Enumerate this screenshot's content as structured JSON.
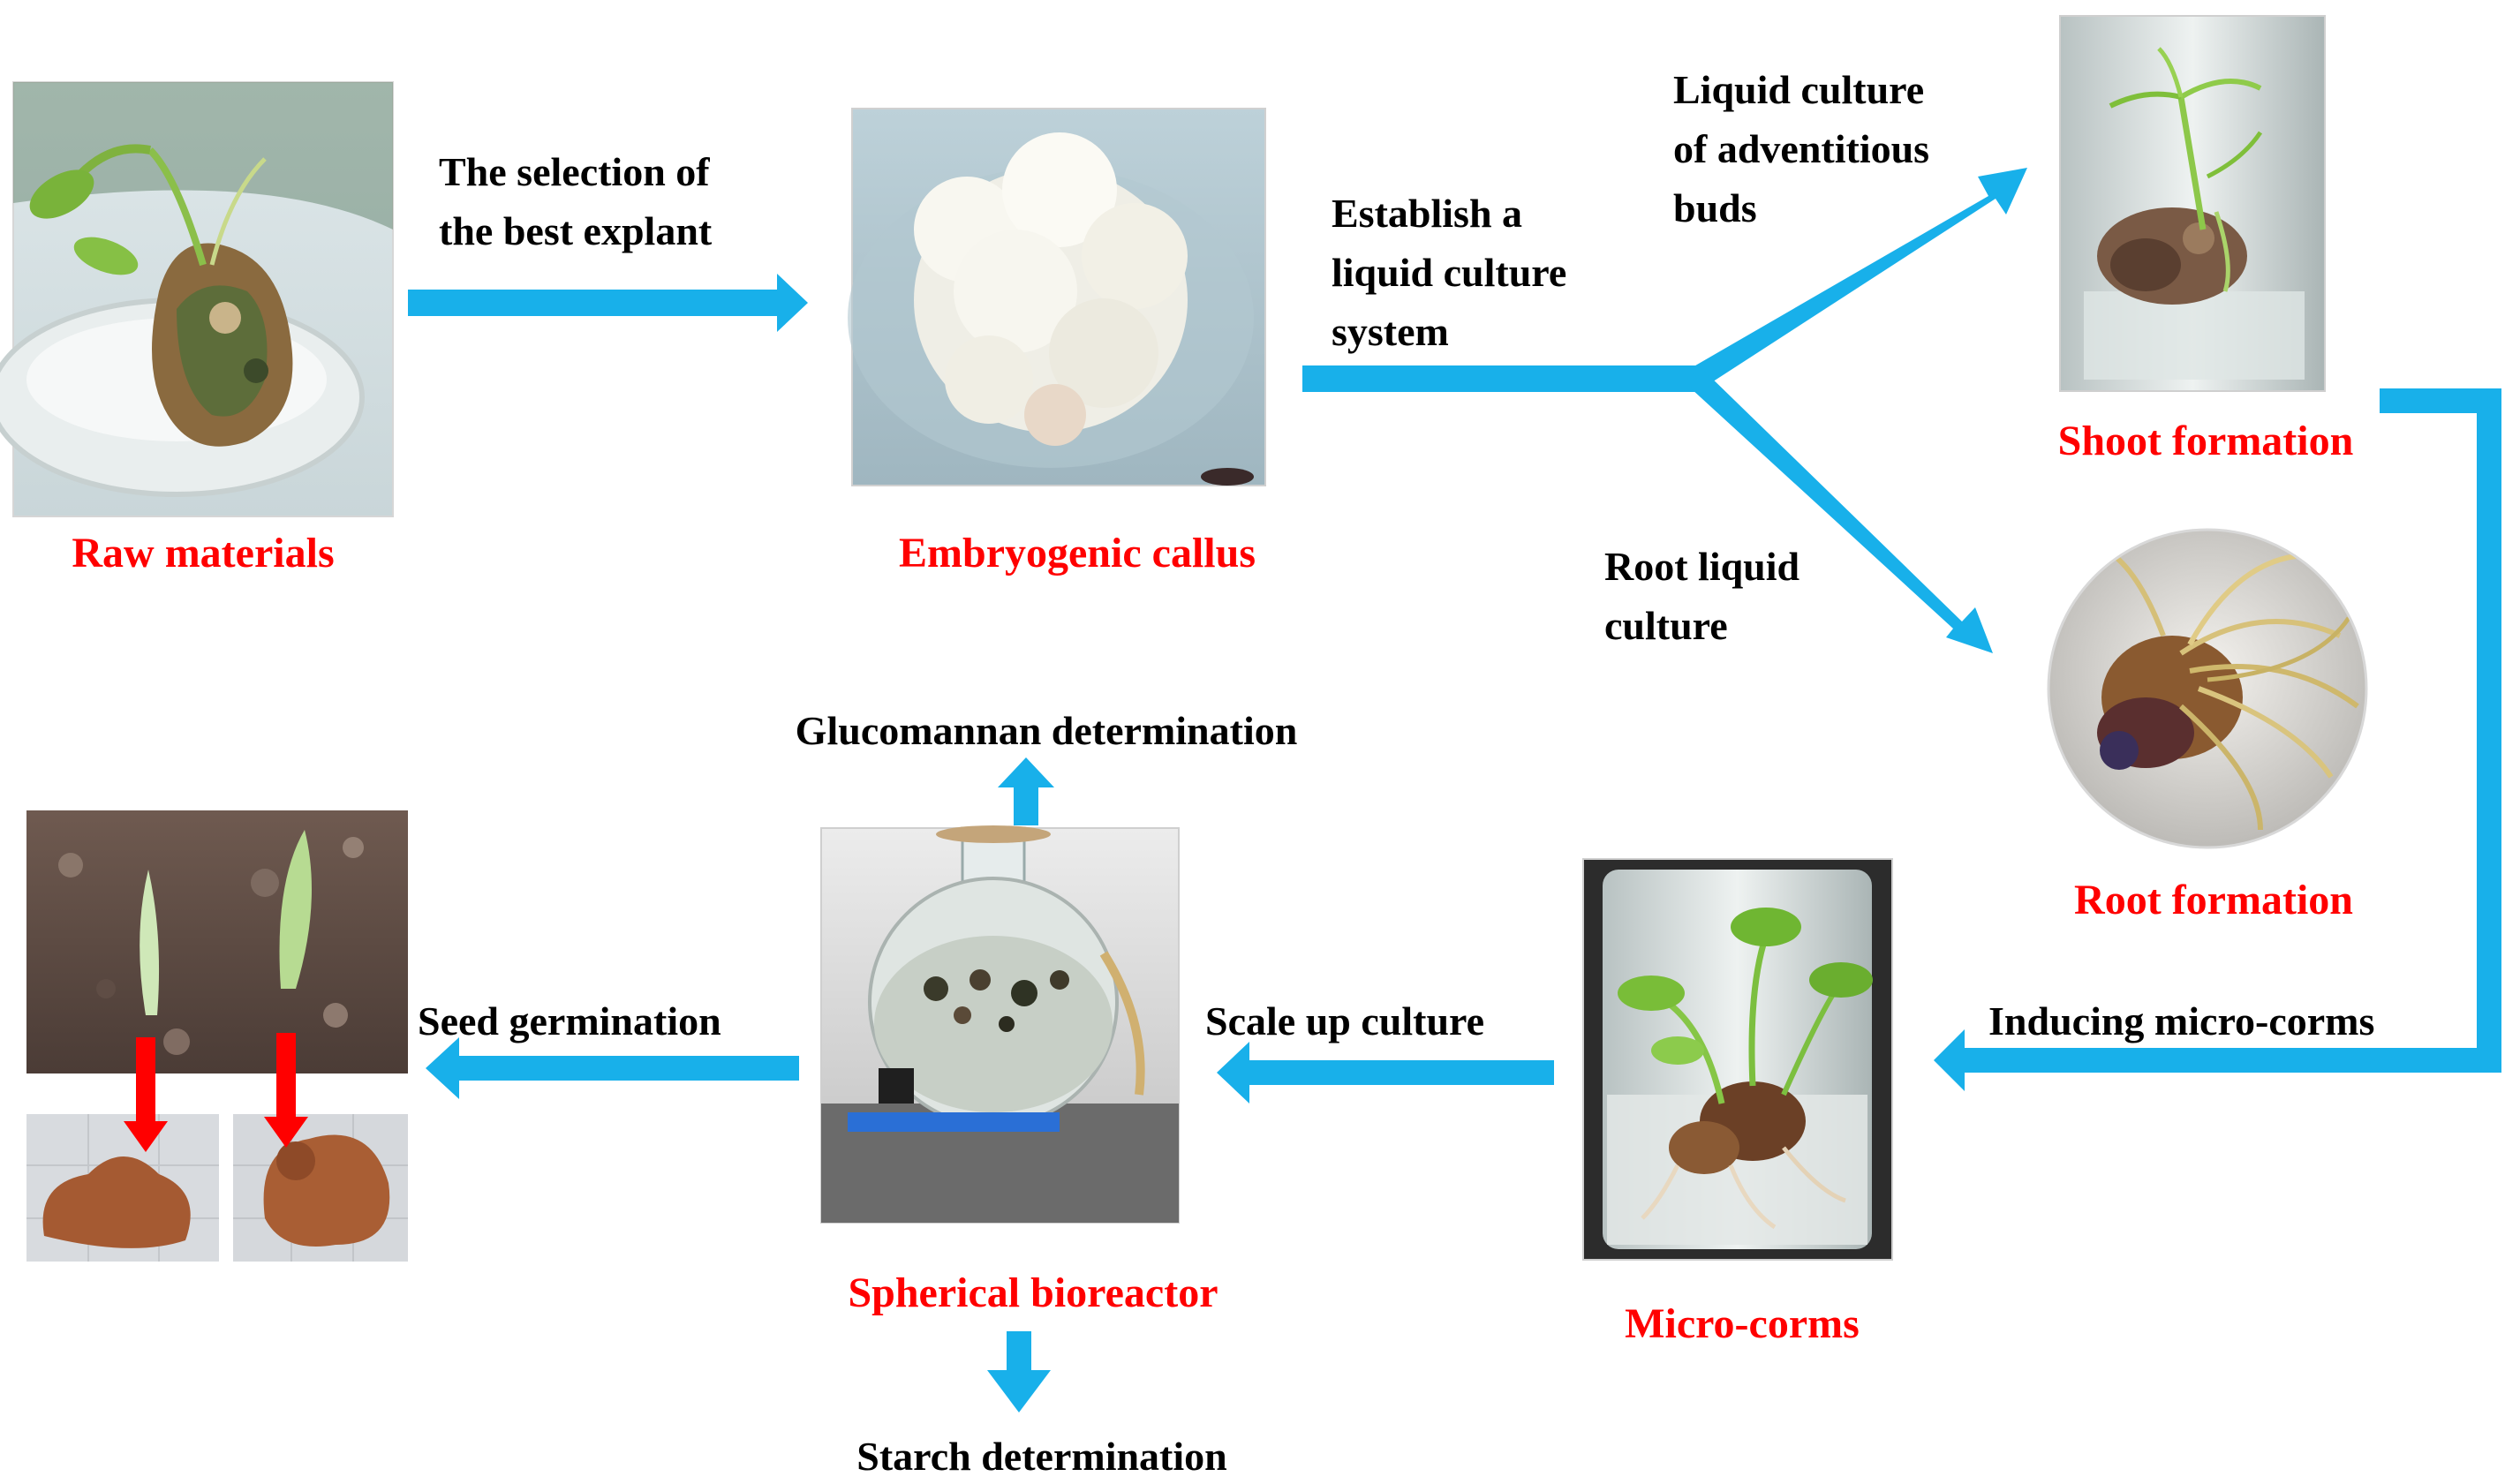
{
  "colors": {
    "arrow_blue": "#18b0ea",
    "arrow_red": "#ff0000",
    "stage_label": "#ff0000",
    "process_label": "#000000"
  },
  "stages": {
    "raw_materials": "Raw materials",
    "embryogenic_callus": "Embryogenic callus",
    "shoot_formation": "Shoot formation",
    "root_formation": "Root formation",
    "micro_corms": "Micro-corms",
    "spherical_bioreactor": "Spherical bioreactor"
  },
  "processes": {
    "selection_line1": "The selection of",
    "selection_line2": "the best explant",
    "establish_line1": "Establish a",
    "establish_line2": "liquid culture",
    "establish_line3": "system",
    "buds_line1": "Liquid culture",
    "buds_line2": "of adventitious",
    "buds_line3": "buds",
    "root_line1": "Root liquid",
    "root_line2": "culture",
    "inducing": "Inducing micro-corms",
    "scale_up": "Scale up culture",
    "seed_germination": "Seed germination",
    "glucomannan": "Glucomannan determination",
    "starch": "Starch determination"
  },
  "photos": [
    {
      "name": "raw-materials-photo",
      "icon": "plantlet-on-explant"
    },
    {
      "name": "embryogenic-callus-photo",
      "icon": "white-callus-cluster"
    },
    {
      "name": "shoot-formation-photo",
      "icon": "shoot-in-jar"
    },
    {
      "name": "root-formation-photo",
      "icon": "roots-in-flask"
    },
    {
      "name": "micro-corms-photo",
      "icon": "plantlets-in-jar"
    },
    {
      "name": "spherical-bioreactor-photo",
      "icon": "round-flask-bioreactor"
    },
    {
      "name": "germination-photos",
      "icon": "sprouts-in-soil-and-corms"
    }
  ]
}
